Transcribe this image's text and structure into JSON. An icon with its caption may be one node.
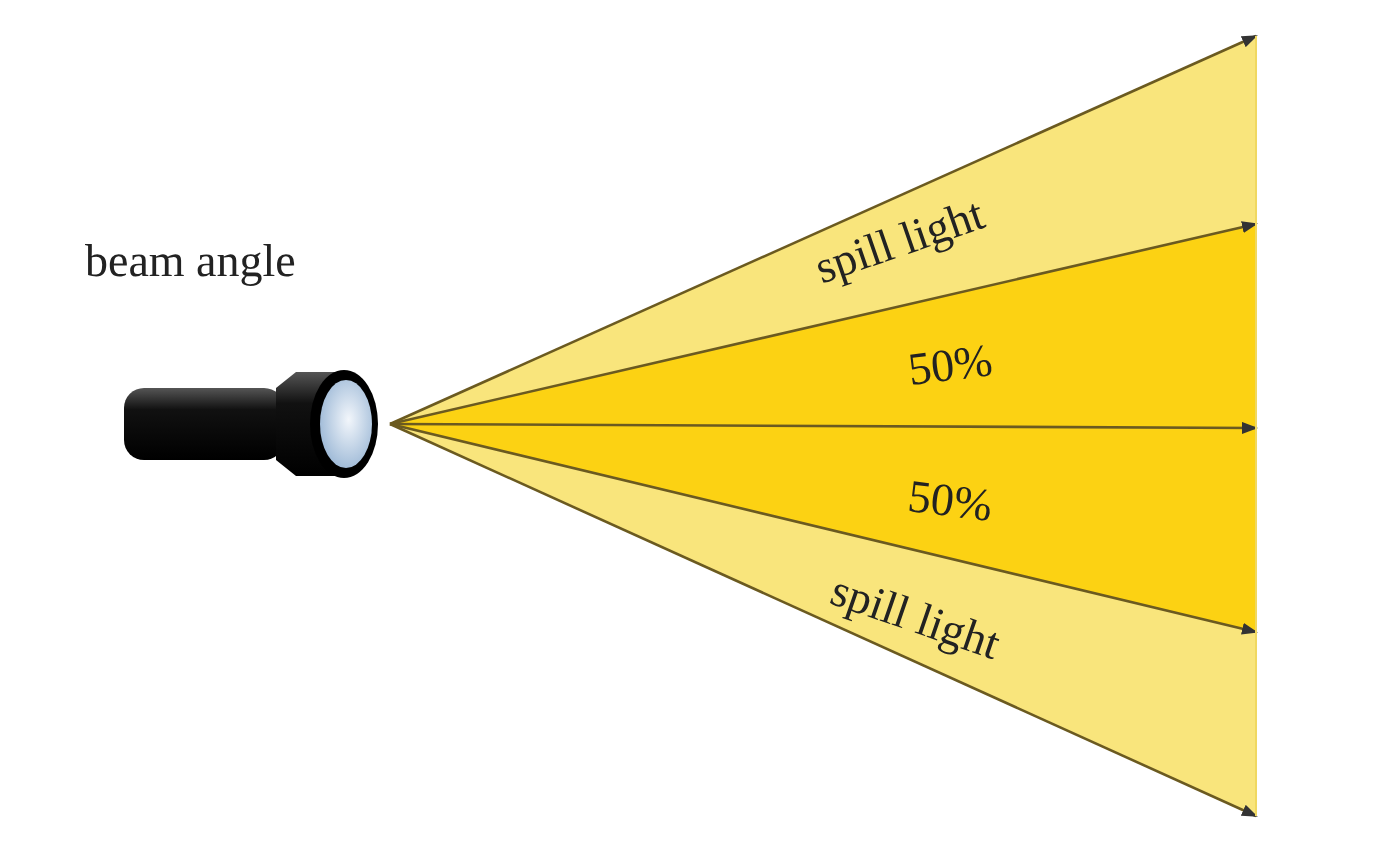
{
  "diagram": {
    "labels": [
      "beam angle",
      "spill light",
      "50%",
      "50%",
      "spill light"
    ]
  }
}
